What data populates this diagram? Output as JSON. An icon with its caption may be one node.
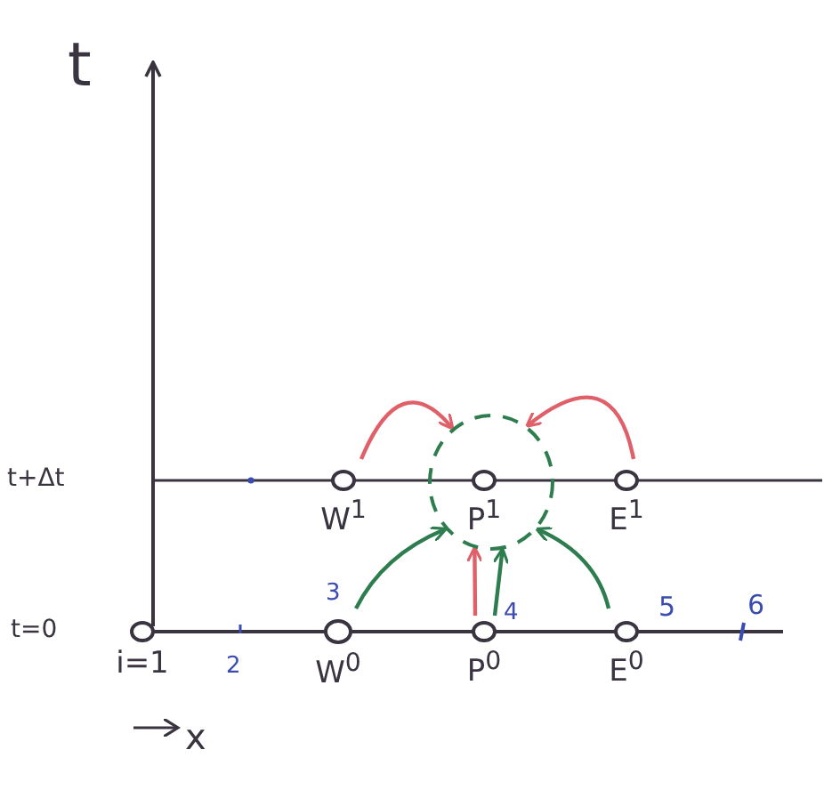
{
  "diagram": {
    "nodes": [
      {
        "text": [
          "W$^{1}$"
        ]
      },
      {
        "text": [],
        "shape": "circle"
      },
      {
        "text": [
          "P$^{1}$"
        ],
        "in": 1
      },
      {
        "text": [
          "E$^{1}$"
        ]
      },
      {
        "text": [
          "i=1"
        ]
      },
      {
        "text": [
          "W$^{0}$"
        ]
      },
      {
        "text": [
          "P$^{0}$"
        ]
      },
      {
        "text": [
          "E$^{0}$"
        ]
      }
    ],
    "edges": [
      {
        "from": 0,
        "to": 1,
        "arrow": "to",
        "color": "#e0606a"
      },
      {
        "from": 3,
        "to": 1,
        "arrow": "to",
        "color": "#e0606a"
      },
      {
        "from": 5,
        "to": 1,
        "arrow": "to",
        "color": "#2e7d4f"
      },
      {
        "from": 6,
        "to": 1,
        "arrow": "to",
        "color": "#e0606a"
      },
      {
        "from": 6,
        "to": 1,
        "arrow": "to",
        "color": "#2e7d4f"
      },
      {
        "from": 7,
        "to": 1,
        "arrow": "to",
        "color": "#2e7d4f"
      }
    ],
    "labels": [
      "t",
      "t+Δt",
      "t=0",
      "2",
      "3",
      "4",
      "5",
      "6",
      "x"
    ]
  }
}
